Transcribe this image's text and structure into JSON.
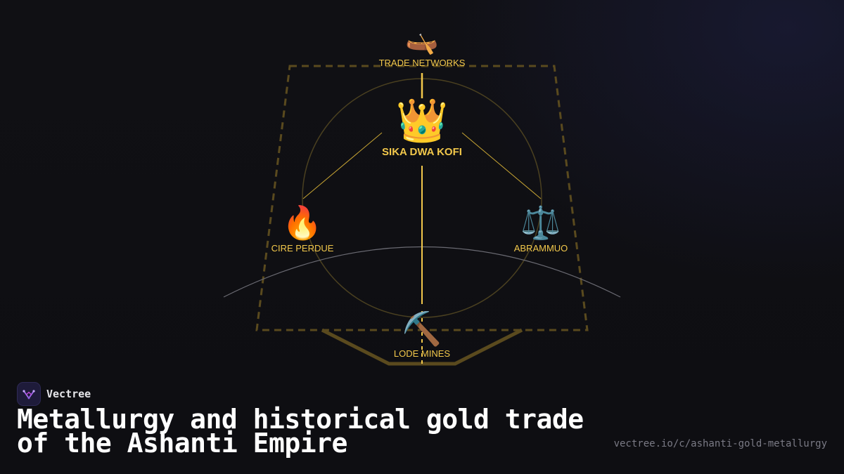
{
  "diagram": {
    "nodes": {
      "top": {
        "icon": "canoe-icon",
        "glyph": "🛶",
        "label": "TRADE NETWORKS"
      },
      "center": {
        "icon": "crown-icon",
        "glyph": "👑",
        "label": "SIKA DWA KOFI"
      },
      "left": {
        "icon": "fire-icon",
        "glyph": "🔥",
        "label": "CIRE PERDUE"
      },
      "right": {
        "icon": "balance-scale-icon",
        "glyph": "⚖️",
        "label": "ABRAMMUO"
      },
      "bottom": {
        "icon": "pickaxe-icon",
        "glyph": "⛏️",
        "label": "LODE MINES"
      }
    },
    "colors": {
      "accent": "#f2c84b",
      "frame": "#5a4a1e",
      "circle": "#4a4020",
      "arc": "#6a6a72"
    }
  },
  "footer": {
    "brand_name": "Vectree",
    "brand_icon": "vectree-logo-icon",
    "title": "Metallurgy and historical gold trade of the Ashanti Empire",
    "url": "vectree.io/c/ashanti-gold-metallurgy"
  }
}
